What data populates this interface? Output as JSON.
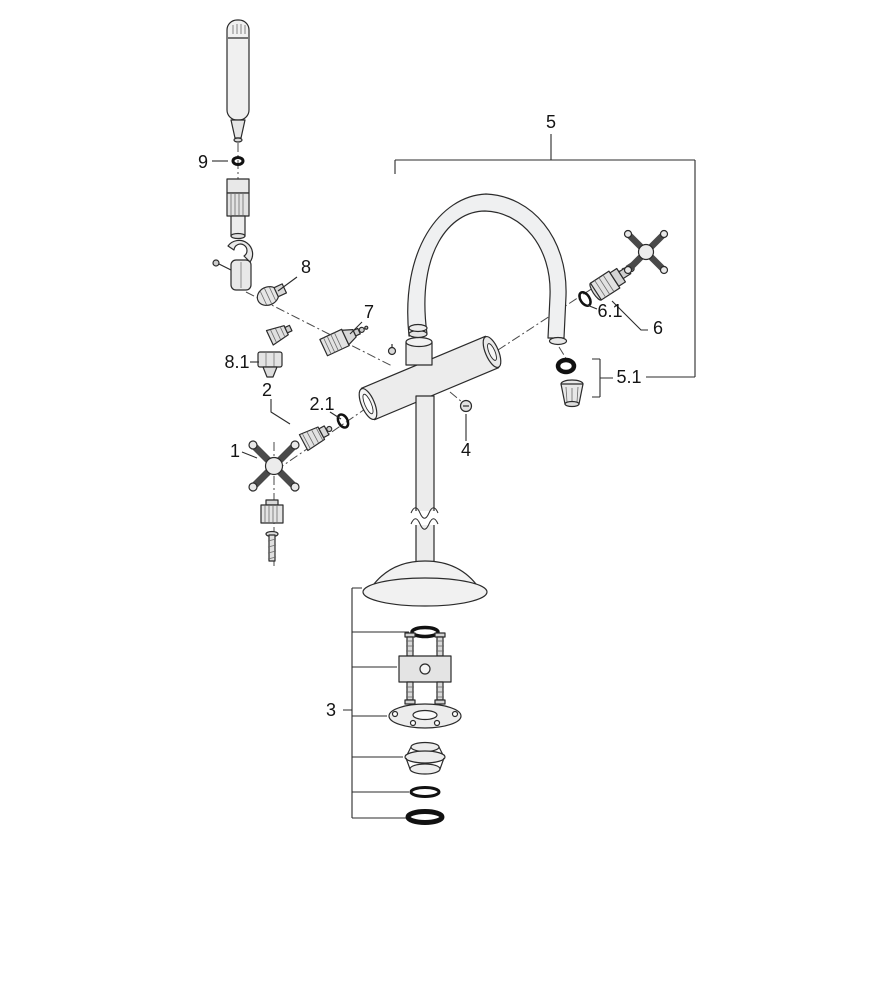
{
  "figure": {
    "type": "exploded-parts-diagram",
    "subject": "floor-standing bath mixer tap with hand shower"
  },
  "labels": {
    "item1": "1",
    "item2": "2",
    "item2_1": "2.1",
    "item3": "3",
    "item4": "4",
    "item5": "5",
    "item5_1": "5.1",
    "item6": "6",
    "item6_1": "6.1",
    "item7": "7",
    "item8": "8",
    "item8_1": "8.1",
    "item9": "9"
  },
  "colors": {
    "background": "#ffffff",
    "line": "#2b2b2b",
    "fill_light": "#efefef",
    "fill_mid": "#dcdcdc",
    "oring": "#111111"
  }
}
